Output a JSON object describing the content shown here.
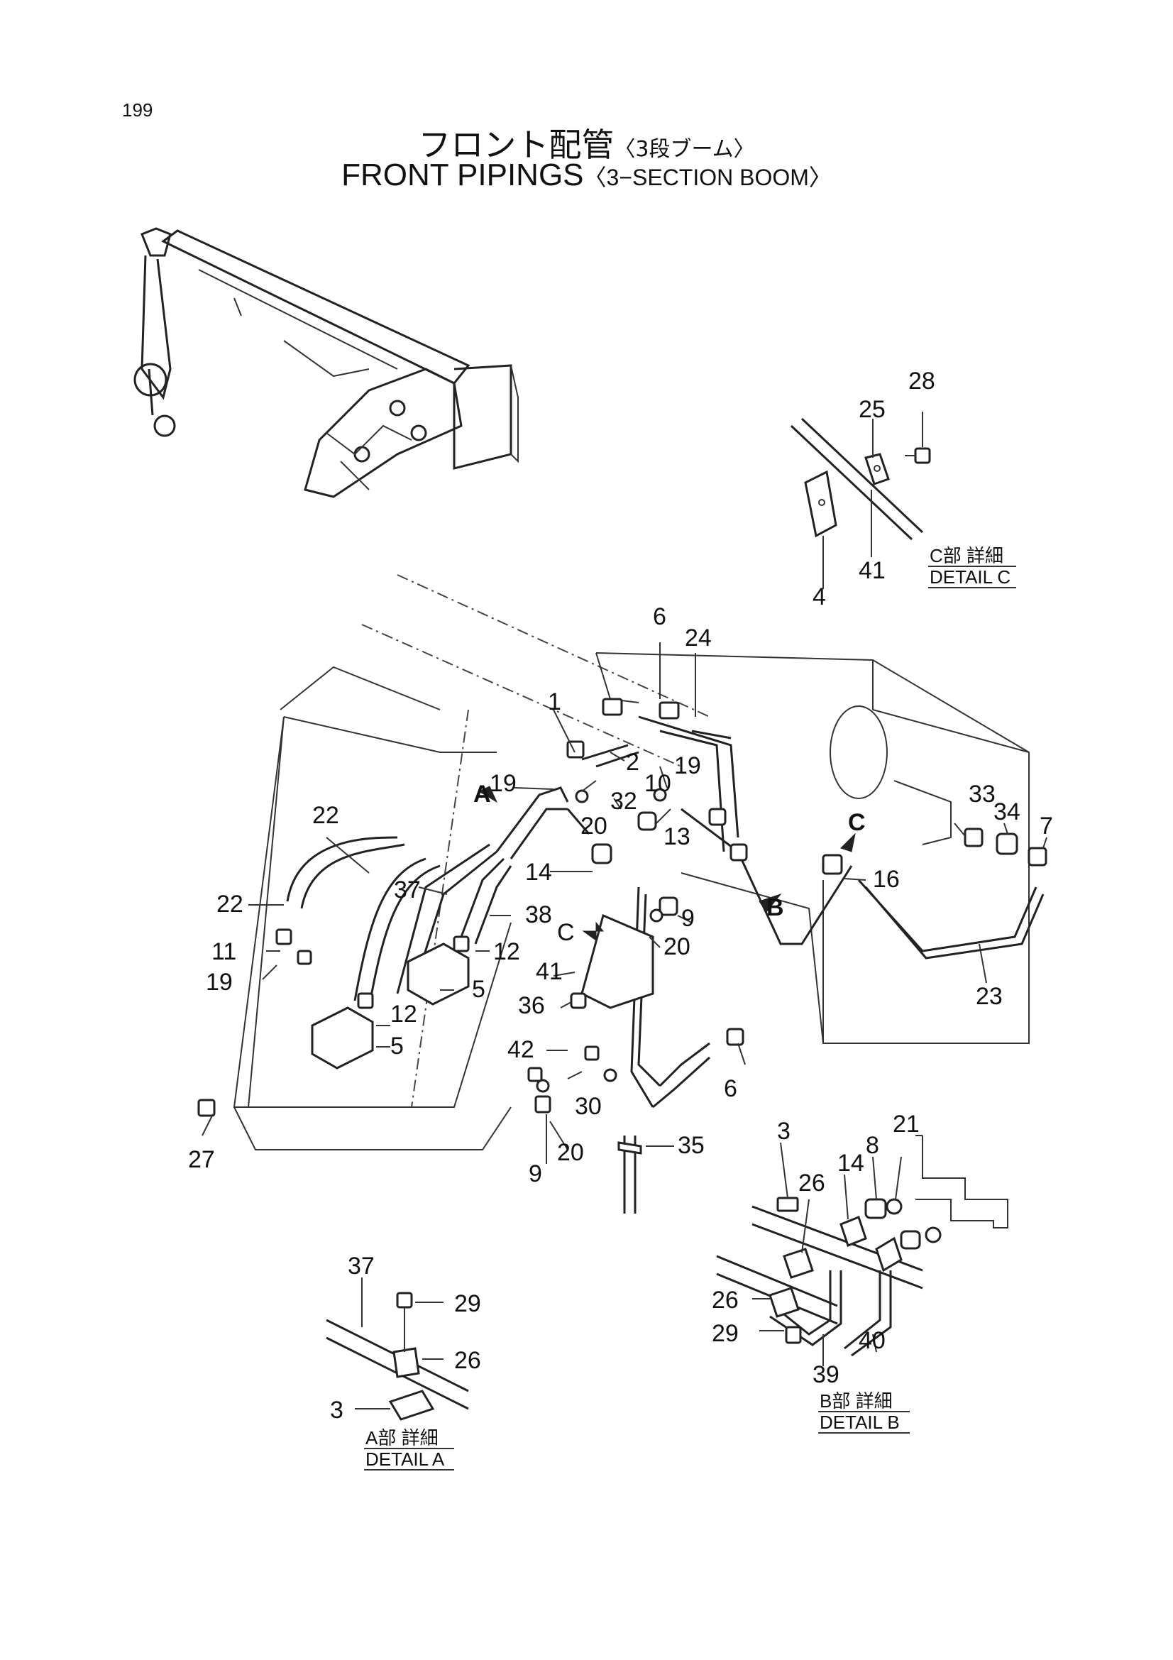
{
  "page_number": "199",
  "title_jp": "フロント配管",
  "title_jp_sub": "〈3段ブーム〉",
  "title_en": "FRONT PIPINGS",
  "title_en_sub": "〈3−SECTION BOOM〉",
  "arrows": {
    "a": "A",
    "b": "B",
    "c1": "C",
    "c2": "C"
  },
  "callouts": {
    "main": [
      "6",
      "24",
      "1",
      "2",
      "19",
      "32",
      "10",
      "19",
      "20",
      "13",
      "14",
      "22",
      "37",
      "38",
      "22",
      "11",
      "19",
      "12",
      "12",
      "5",
      "5",
      "27",
      "9",
      "20",
      "41",
      "36",
      "42",
      "30",
      "9",
      "20",
      "35",
      "6",
      "16",
      "33",
      "34",
      "7",
      "23",
      "C"
    ],
    "detail_c": [
      "28",
      "25",
      "4",
      "41"
    ],
    "detail_a": [
      "37",
      "29",
      "26",
      "3"
    ],
    "detail_b": [
      "3",
      "26",
      "14",
      "8",
      "21",
      "26",
      "29",
      "39",
      "40"
    ]
  },
  "detail_labels": {
    "c_jp": "C部 詳細",
    "c_en": "DETAIL C",
    "a_jp": "A部 詳細",
    "a_en": "DETAIL A",
    "b_jp": "B部 詳細",
    "b_en": "DETAIL B"
  }
}
